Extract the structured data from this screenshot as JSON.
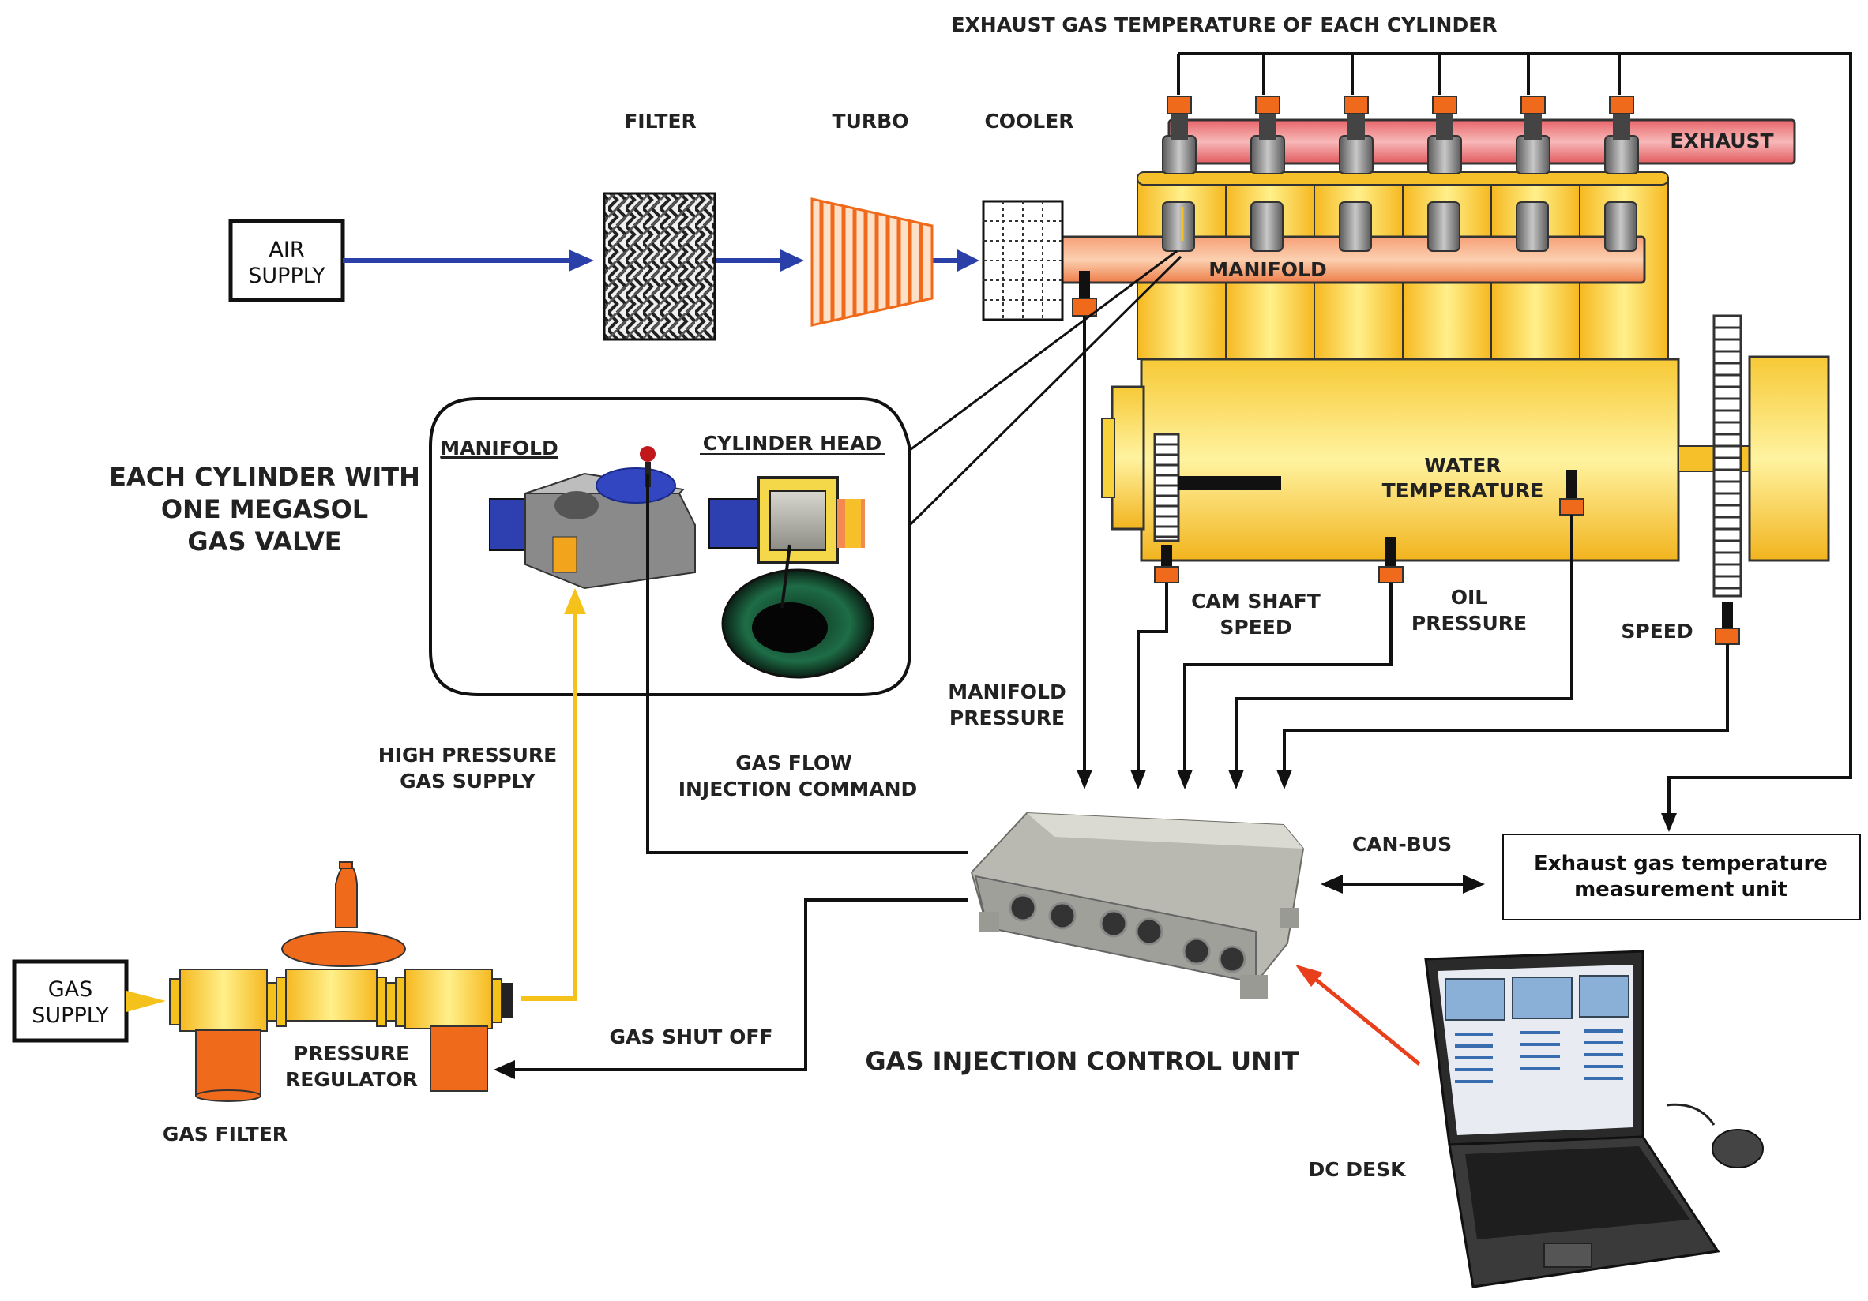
{
  "labels": {
    "exhaust_temp_each_cylinder": "EXHAUST GAS TEMPERATURE OF EACH CYLINDER",
    "filter": "FILTER",
    "turbo": "TURBO",
    "cooler": "COOLER",
    "exhaust": "EXHAUST",
    "manifold_engine": "MANIFOLD",
    "air_supply_l1": "AIR",
    "air_supply_l2": "SUPPLY",
    "each_cylinder_l1": "EACH CYLINDER WITH",
    "each_cylinder_l2": "ONE MEGASOL",
    "each_cylinder_l3": "GAS VALVE",
    "inset_manifold": "MANIFOLD",
    "inset_cylinder_head": "CYLINDER HEAD",
    "water_temp_l1": "WATER",
    "water_temp_l2": "TEMPERATURE",
    "cam_shaft_l1": "CAM SHAFT",
    "cam_shaft_l2": "SPEED",
    "oil_pressure_l1": "OIL",
    "oil_pressure_l2": "PRESSURE",
    "speed": "SPEED",
    "manifold_pressure_l1": "MANIFOLD",
    "manifold_pressure_l2": "PRESSURE",
    "high_pressure_l1": "HIGH PRESSURE",
    "high_pressure_l2": "GAS SUPPLY",
    "gas_flow_l1": "GAS FLOW",
    "gas_flow_l2": "INJECTION COMMAND",
    "can_bus": "CAN-BUS",
    "exhaust_unit_l1": "Exhaust gas temperature",
    "exhaust_unit_l2": "measurement unit",
    "gas_supply_l1": "GAS",
    "gas_supply_l2": "SUPPLY",
    "pressure_regulator_l1": "PRESSURE",
    "pressure_regulator_l2": "REGULATOR",
    "gas_filter": "GAS FILTER",
    "gas_shut_off": "GAS SHUT OFF",
    "control_unit": "GAS INJECTION CONTROL UNIT",
    "dc_desk": "DC DESK"
  },
  "colors": {
    "air_flow": "#2b3fa8",
    "gas_flow": "#f5c21b",
    "engine_yellow": "#f7d23a",
    "manifold_orange": "#f28a52",
    "exhaust_red": "#e9686a",
    "sensor_orange": "#f06a1c",
    "link_red": "#e8401c"
  }
}
